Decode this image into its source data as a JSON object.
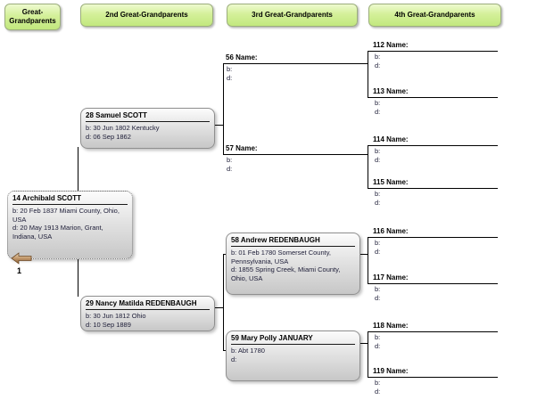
{
  "header": {
    "columns": [
      "Great-Grandparents",
      "2nd Great-Grandparents",
      "3rd Great-Grandparents",
      "4th Great-Grandparents"
    ]
  },
  "navigation": {
    "back_arrow_icon": "left-arrow",
    "page_number": "1"
  },
  "colors": {
    "header_green": "#d4f09a",
    "box_gray": "#d9d9d9",
    "connector_line": "#000000",
    "arrow_tan": "#b08a5e",
    "detail_text": "#20203a"
  },
  "people": {
    "p14": {
      "name": "14 Archibald SCOTT",
      "birth": "b: 20 Feb 1837 Miami County, Ohio, USA",
      "death": "d: 20 May 1913 Marion, Grant, Indiana, USA"
    },
    "p28": {
      "name": "28 Samuel SCOTT",
      "birth": "b: 30 Jun 1802 Kentucky",
      "death": "d: 06 Sep 1862"
    },
    "p29": {
      "name": "29 Nancy Matilda REDENBAUGH",
      "birth": "b: 30 Jun 1812 Ohio",
      "death": "d: 10 Sep 1889"
    },
    "p58": {
      "name": "58 Andrew REDENBAUGH",
      "birth": "b: 01 Feb 1780 Somerset County, Pennsylvania, USA",
      "death": "d: 1855 Spring Creek, Miami County, Ohio, USA"
    },
    "p59": {
      "name": "59 Mary Polly JANUARY",
      "birth": "b: Abt 1780",
      "death": "d:"
    }
  },
  "slots": {
    "s56": {
      "name": "56 Name:",
      "birth": "b:",
      "death": "d:"
    },
    "s57": {
      "name": "57 Name:",
      "birth": "b:",
      "death": "d:"
    },
    "s112": {
      "name": "112 Name:",
      "birth": "b:",
      "death": "d:"
    },
    "s113": {
      "name": "113 Name:",
      "birth": "b:",
      "death": "d:"
    },
    "s114": {
      "name": "114 Name:",
      "birth": "b:",
      "death": "d:"
    },
    "s115": {
      "name": "115 Name:",
      "birth": "b:",
      "death": "d:"
    },
    "s116": {
      "name": "116 Name:",
      "birth": "b:",
      "death": "d:"
    },
    "s117": {
      "name": "117 Name:",
      "birth": "b:",
      "death": "d:"
    },
    "s118": {
      "name": "118 Name:",
      "birth": "b:",
      "death": "d:"
    },
    "s119": {
      "name": "119 Name:",
      "birth": "b:",
      "death": "d:"
    }
  }
}
